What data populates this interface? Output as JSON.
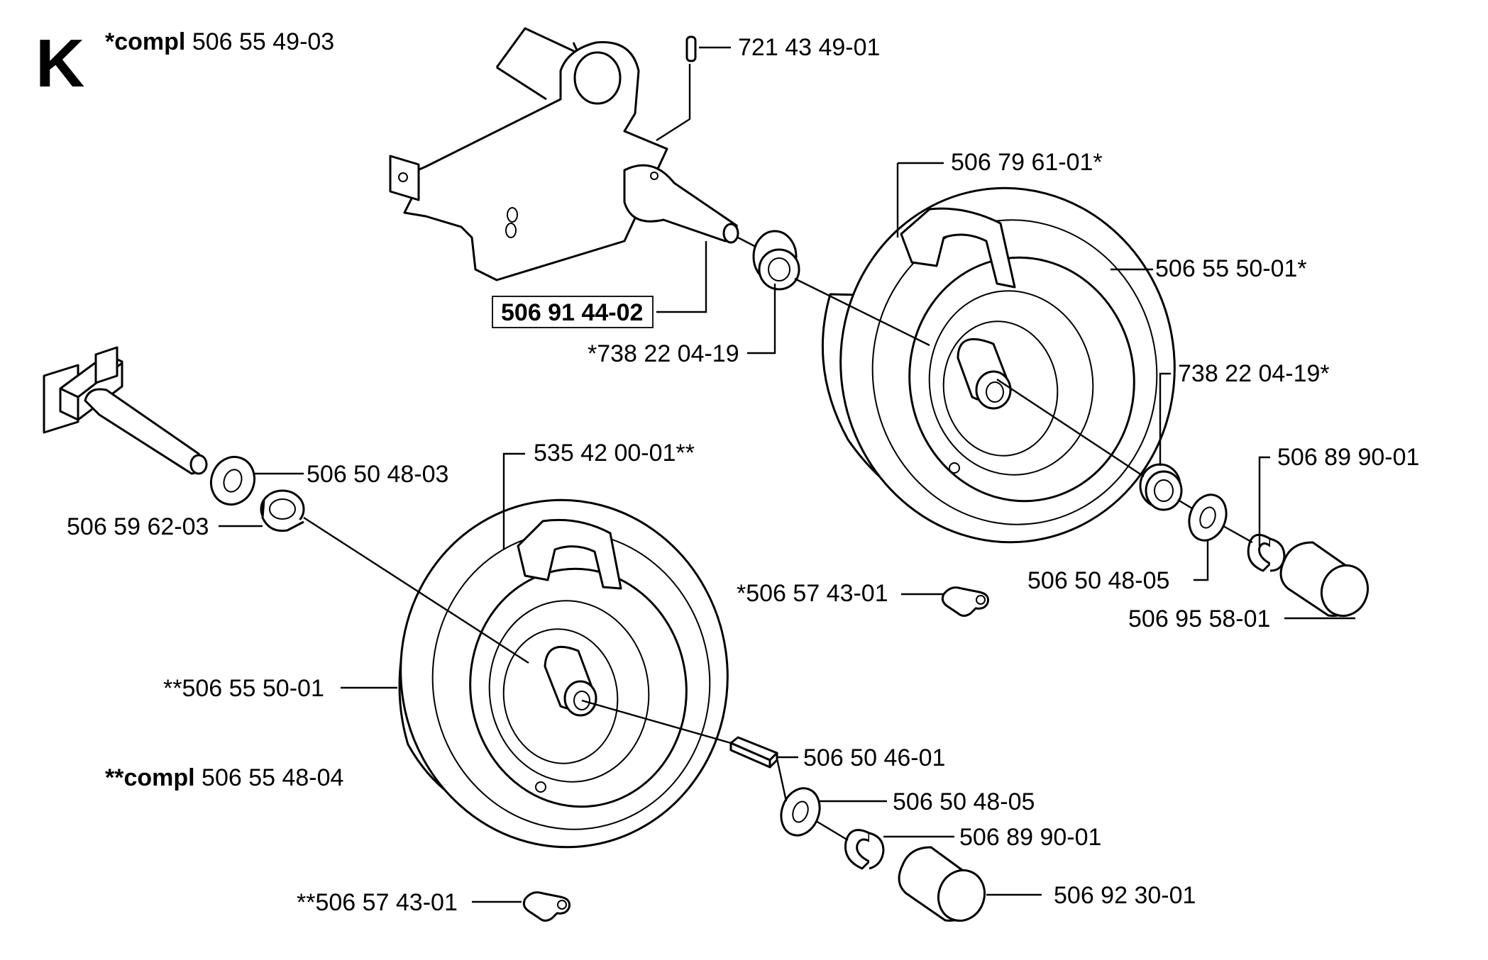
{
  "section_letter": "K",
  "assemblies": {
    "compl_upper": {
      "prefix": "*compl",
      "number": "506 55 49-03"
    },
    "compl_lower": {
      "prefix": "**compl",
      "number": "506 55 48-04"
    }
  },
  "parts": {
    "p_721_43_49_01": "721 43 49-01",
    "p_506_79_61_01": "506 79 61-01*",
    "p_506_55_50_01_star": "506 55 50-01*",
    "p_506_91_44_02": "506 91 44-02",
    "p_738_22_04_19_pre": "*738 22 04-19",
    "p_738_22_04_19_post": "738 22 04-19*",
    "p_506_89_90_01_upper": "506 89 90-01",
    "p_506_50_48_05_upper": "506 50 48-05",
    "p_506_95_58_01": "506 95 58-01",
    "p_506_57_43_01_single": "*506 57 43-01",
    "p_535_42_00_01": "535 42 00-01**",
    "p_506_50_48_03": "506 50 48-03",
    "p_506_59_62_03": "506 59 62-03",
    "p_506_55_50_01_double": "**506 55 50-01",
    "p_506_50_46_01": "506 50 46-01",
    "p_506_50_48_05_lower": "506 50 48-05",
    "p_506_89_90_01_lower": "506 89 90-01",
    "p_506_92_30_01": "506 92 30-01",
    "p_506_57_43_01_double": "**506 57 43-01"
  }
}
